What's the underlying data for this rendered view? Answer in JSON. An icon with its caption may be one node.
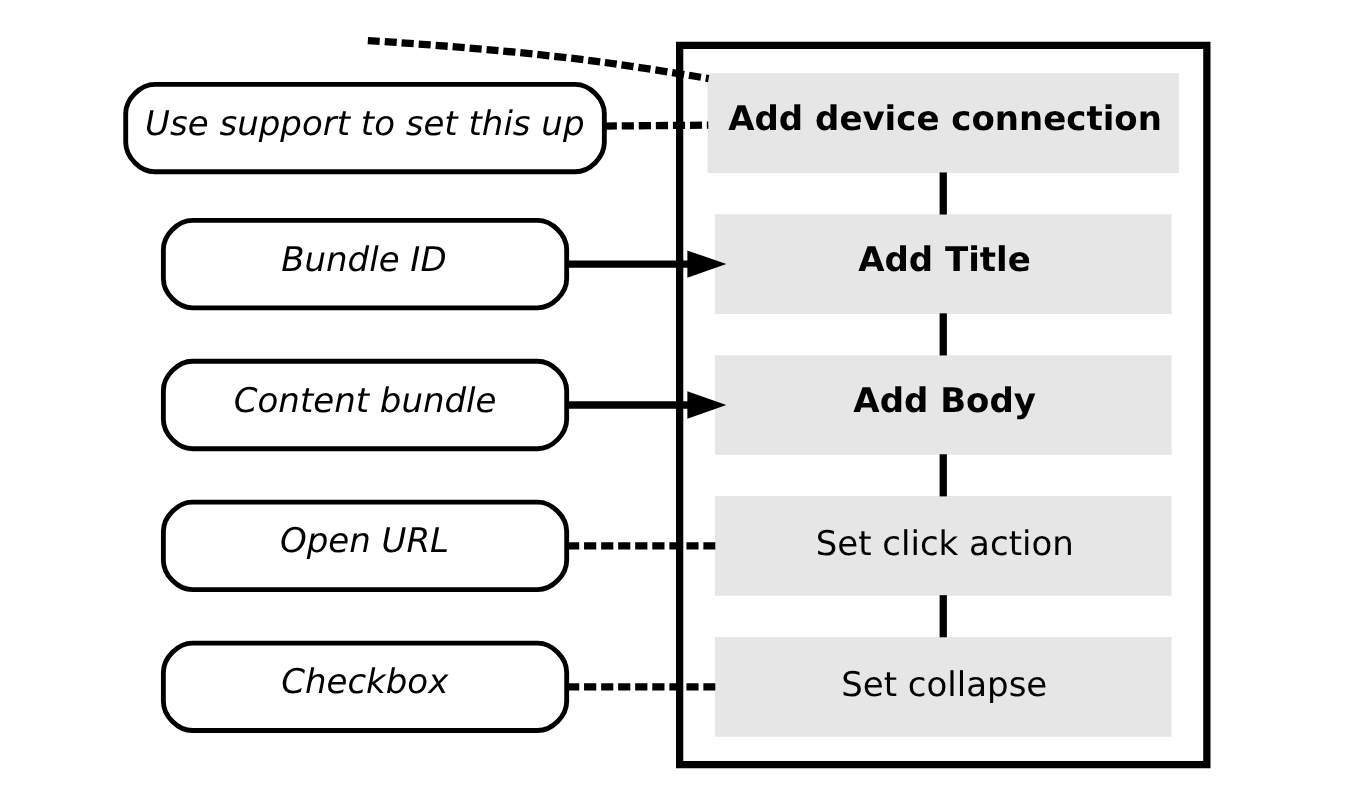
{
  "diagram": {
    "nodes": [
      {
        "text": [],
        "shape": "box"
      },
      {
        "text": [
          "Use support to set this up"
        ]
      },
      {
        "text": [
          "Add device connection"
        ],
        "in": 0
      },
      {
        "text": [
          "Bundle ID"
        ]
      },
      {
        "text": [
          "Add Title"
        ],
        "in": 0
      },
      {
        "text": [
          "Content bundle"
        ]
      },
      {
        "text": [
          "Add Body"
        ],
        "in": 0
      },
      {
        "text": [
          "Open URL"
        ]
      },
      {
        "text": [
          "Set click action"
        ],
        "in": 0
      },
      {
        "text": [
          "Checkbox"
        ]
      },
      {
        "text": [
          "Set collapse"
        ],
        "in": 0
      }
    ],
    "edges": [
      {
        "from": null,
        "to": 2,
        "arrow": "none",
        "style": "dashed"
      },
      {
        "from": 1,
        "to": 2,
        "arrow": "none",
        "style": "dashed"
      },
      {
        "from": 2,
        "to": 4,
        "arrow": "none"
      },
      {
        "from": 3,
        "to": 4,
        "arrow": "to"
      },
      {
        "from": 4,
        "to": 6,
        "arrow": "none"
      },
      {
        "from": 5,
        "to": 6,
        "arrow": "to"
      },
      {
        "from": 6,
        "to": 8,
        "arrow": "none"
      },
      {
        "from": 7,
        "to": 8,
        "arrow": "none",
        "style": "dashed"
      },
      {
        "from": 8,
        "to": 10,
        "arrow": "none"
      },
      {
        "from": 9,
        "to": 10,
        "arrow": "none",
        "style": "dashed"
      }
    ]
  }
}
